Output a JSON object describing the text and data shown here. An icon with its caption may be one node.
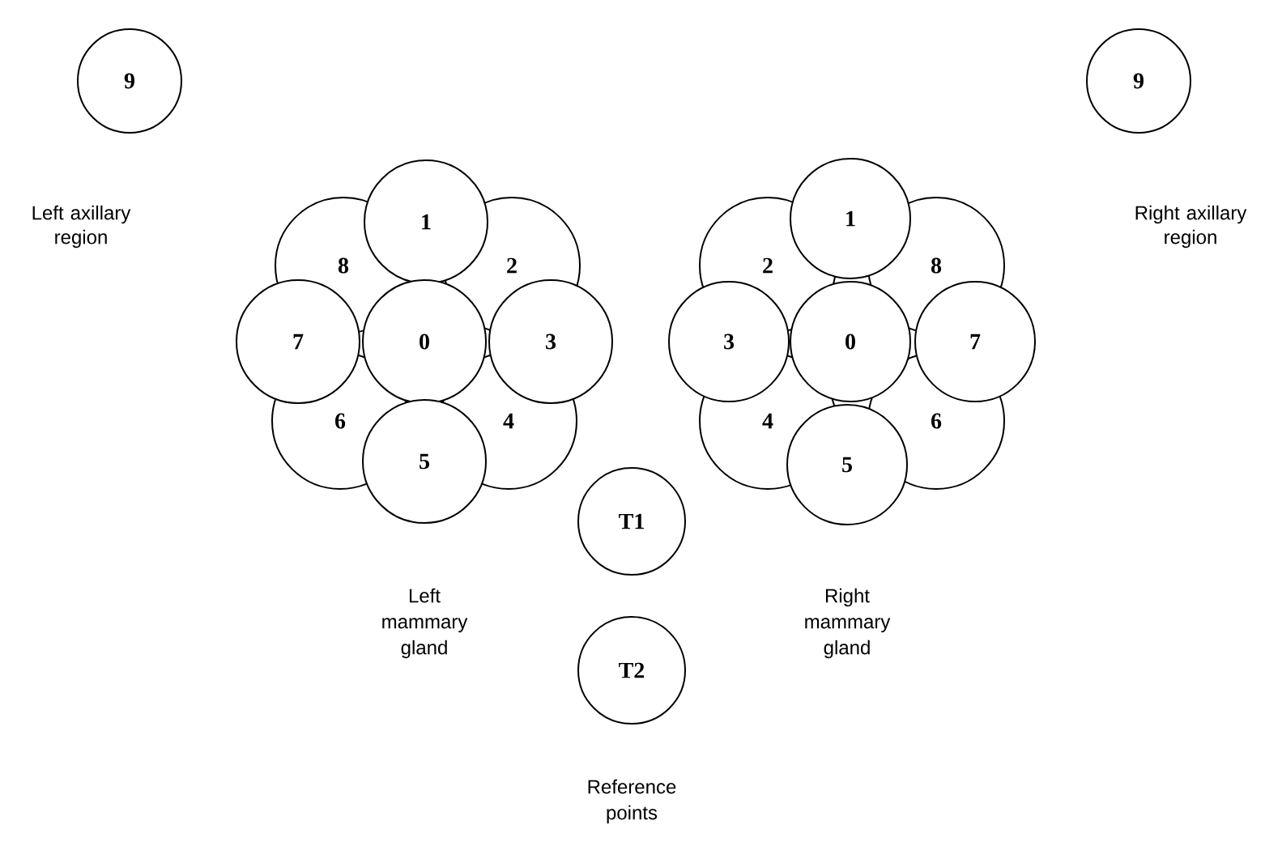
{
  "diagram": {
    "nodes": [
      {
        "text": [
          "9"
        ],
        "beside": [
          "Left axillary region"
        ]
      },
      {
        "text": [
          "9"
        ],
        "beside": [
          "Right axillary region"
        ]
      },
      {
        "text": [
          "1"
        ]
      },
      {
        "text": [
          "8"
        ]
      },
      {
        "text": [
          "2"
        ]
      },
      {
        "text": [
          "7"
        ]
      },
      {
        "text": [
          "0"
        ]
      },
      {
        "text": [
          "3"
        ]
      },
      {
        "text": [
          "6"
        ]
      },
      {
        "text": [
          "4"
        ]
      },
      {
        "text": [
          "5"
        ]
      },
      {
        "text": [
          "1"
        ]
      },
      {
        "text": [
          "2"
        ]
      },
      {
        "text": [
          "8"
        ]
      },
      {
        "text": [
          "3"
        ]
      },
      {
        "text": [
          "0"
        ]
      },
      {
        "text": [
          "7"
        ]
      },
      {
        "text": [
          "4"
        ]
      },
      {
        "text": [
          "6"
        ]
      },
      {
        "text": [
          "5"
        ]
      },
      {
        "text": [
          "T1"
        ]
      },
      {
        "text": [
          "T2"
        ]
      }
    ],
    "labels": [
      "Left mammary gland",
      "Right mammary gland",
      "Reference points"
    ]
  }
}
